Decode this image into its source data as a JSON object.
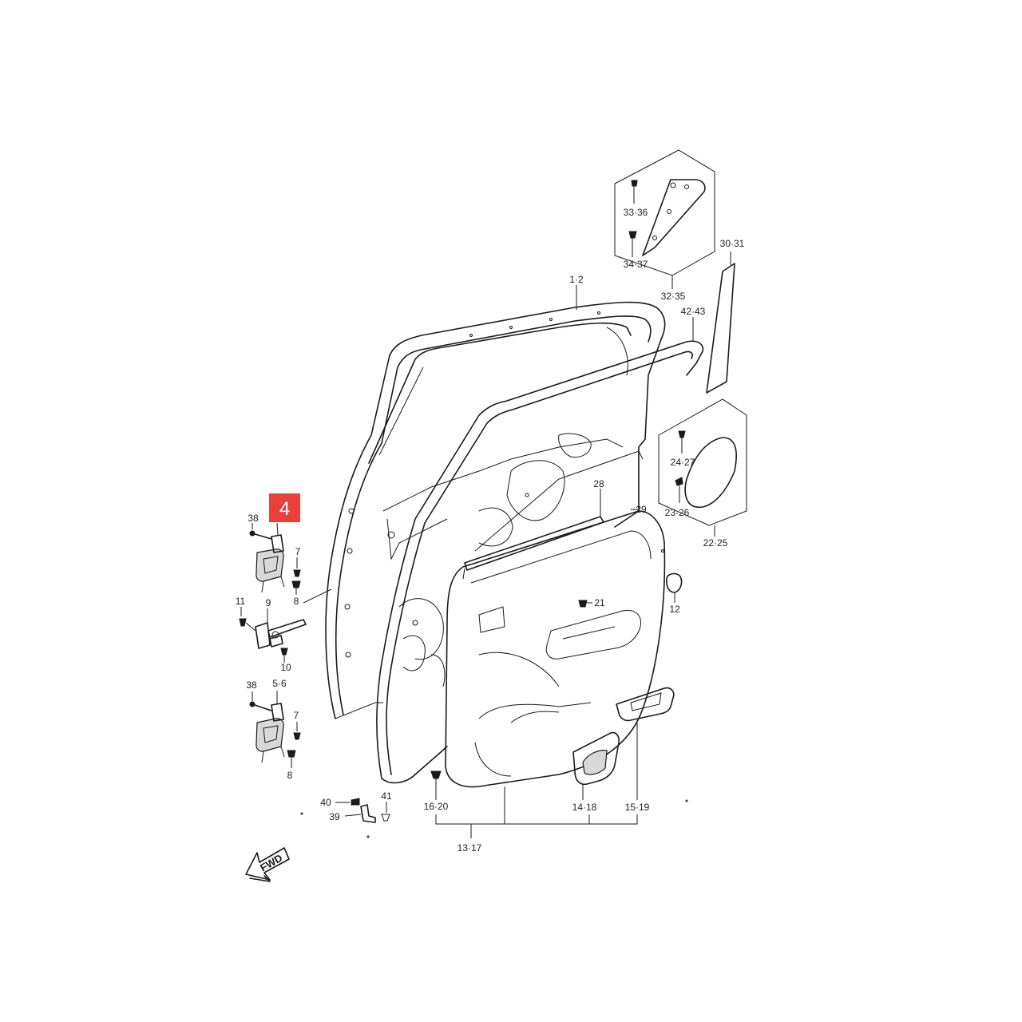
{
  "highlight": {
    "label": "4",
    "color": "#e8403a"
  },
  "fwd_label": "FWD",
  "callouts": {
    "c1_2": "1·2",
    "c5_6": "5·6",
    "c7a": "7",
    "c7b": "7",
    "c8a": "8",
    "c8b": "8",
    "c9": "9",
    "c10": "10",
    "c11": "11",
    "c12": "12",
    "c13_17": "13·17",
    "c14_18": "14·18",
    "c15_19": "15·19",
    "c16_20": "16·20",
    "c21": "21",
    "c22_25": "22·25",
    "c23_26": "23·26",
    "c24_27": "24·27",
    "c28": "28",
    "c29": "29",
    "c30_31": "30·31",
    "c32_35": "32·35",
    "c33_36": "33·36",
    "c34_37": "34·37",
    "c38a": "38",
    "c38b": "38",
    "c39": "39",
    "c40": "40",
    "c41": "41",
    "c42_43": "42·43"
  },
  "icons": {
    "fwd_arrow": "fwd-arrow-icon"
  }
}
